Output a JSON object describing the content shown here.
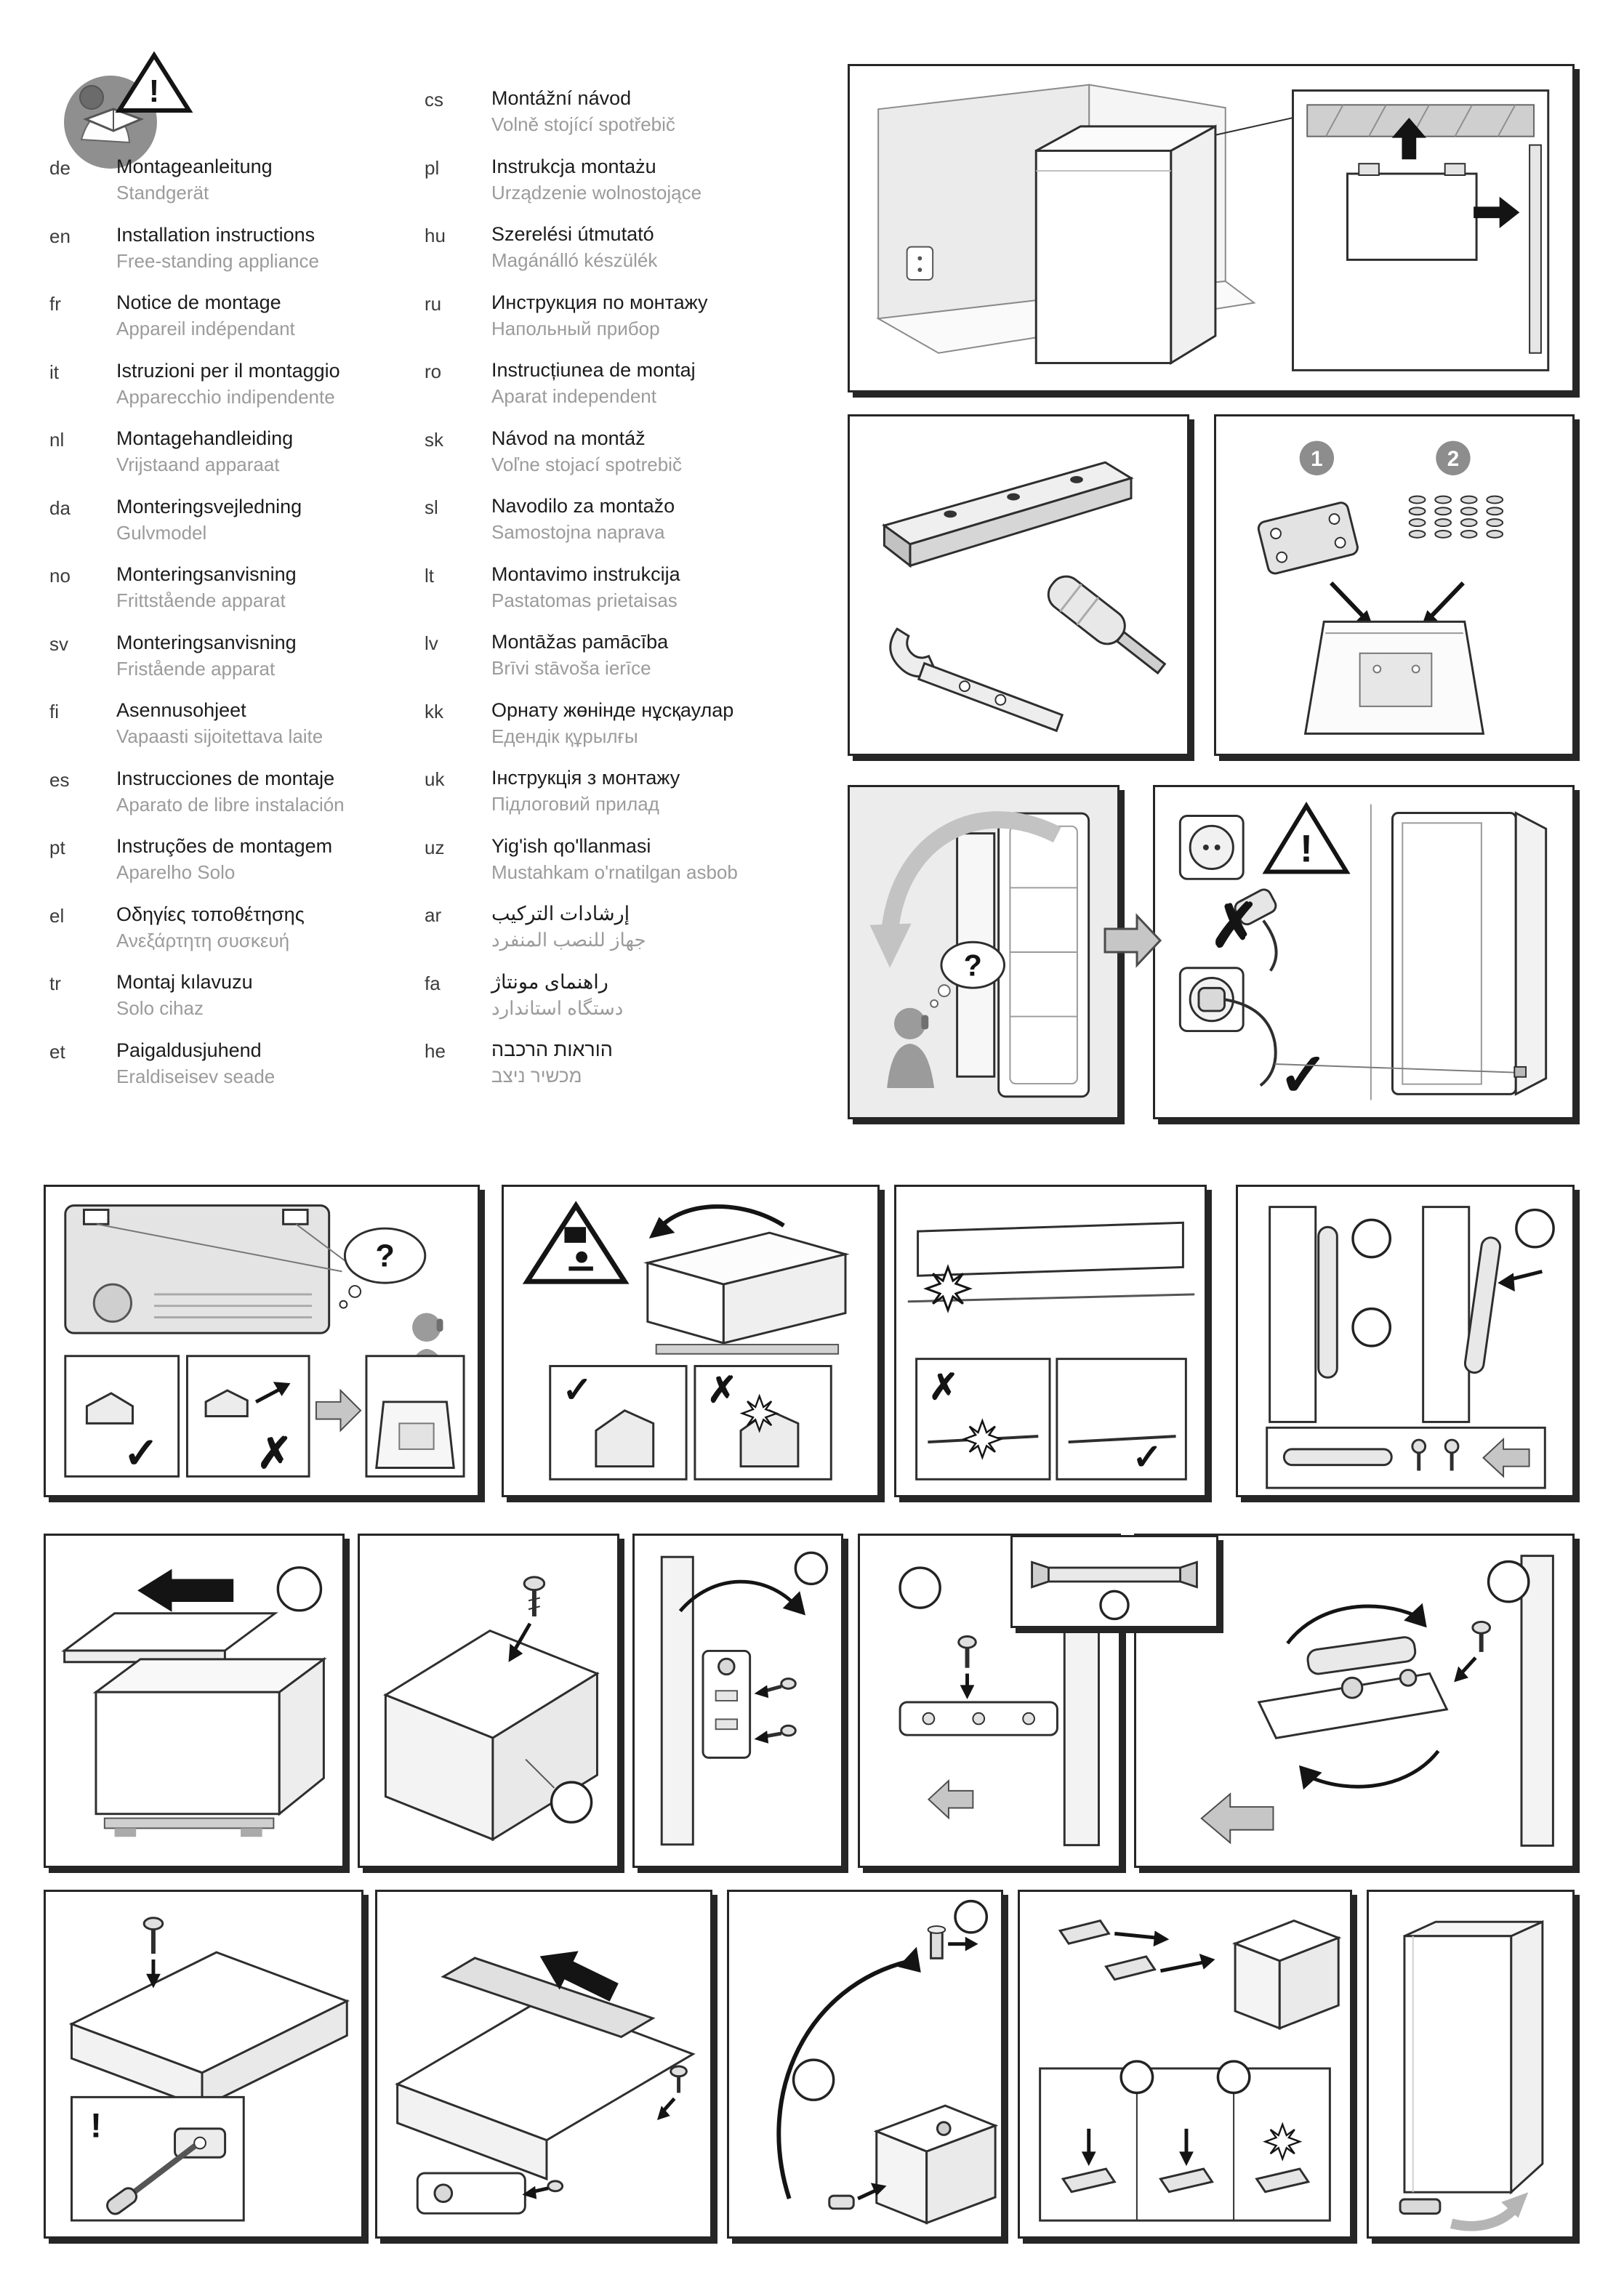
{
  "symbols": {
    "check": "✓",
    "cross": "✗",
    "question": "?",
    "exclamation": "!",
    "step1": "1",
    "step2": "2"
  },
  "colors": {
    "panel_border": "#262626",
    "subtitle_gray": "#9b9b9b",
    "shade_gray": "#ececec",
    "arrow_gray": "#c6c6c6"
  },
  "languages": {
    "col1": [
      {
        "code": "de",
        "title": "Montageanleitung",
        "subtitle": "Standgerät"
      },
      {
        "code": "en",
        "title": "Installation instructions",
        "subtitle": "Free-standing appliance"
      },
      {
        "code": "fr",
        "title": "Notice de montage",
        "subtitle": "Appareil indépendant"
      },
      {
        "code": "it",
        "title": "Istruzioni per il montaggio",
        "subtitle": "Apparecchio indipendente"
      },
      {
        "code": "nl",
        "title": "Montagehandleiding",
        "subtitle": "Vrijstaand apparaat"
      },
      {
        "code": "da",
        "title": "Monteringsvejledning",
        "subtitle": "Gulvmodel"
      },
      {
        "code": "no",
        "title": "Monteringsanvisning",
        "subtitle": "Frittstående apparat"
      },
      {
        "code": "sv",
        "title": "Monteringsanvisning",
        "subtitle": "Fristående apparat"
      },
      {
        "code": "fi",
        "title": "Asennusohjeet",
        "subtitle": "Vapaasti sijoitettava laite"
      },
      {
        "code": "es",
        "title": "Instrucciones de montaje",
        "subtitle": "Aparato de libre instalación"
      },
      {
        "code": "pt",
        "title": "Instruções de montagem",
        "subtitle": "Aparelho Solo"
      },
      {
        "code": "el",
        "title": "Οδηγίες τοποθέτησης",
        "subtitle": "Ανεξάρτητη συσκευή"
      },
      {
        "code": "tr",
        "title": "Montaj kılavuzu",
        "subtitle": "Solo cihaz"
      },
      {
        "code": "et",
        "title": "Paigaldusjuhend",
        "subtitle": "Eraldiseisev seade"
      }
    ],
    "col2": [
      {
        "code": "cs",
        "title": "Montážní návod",
        "subtitle": "Volně stojící spotřebič"
      },
      {
        "code": "pl",
        "title": "Instrukcja montażu",
        "subtitle": "Urządzenie wolnostojące"
      },
      {
        "code": "hu",
        "title": "Szerelési útmutató",
        "subtitle": "Magánálló készülék"
      },
      {
        "code": "ru",
        "title": "Инструкция по монтажу",
        "subtitle": "Напольный прибор"
      },
      {
        "code": "ro",
        "title": "Instrucțiunea de montaj",
        "subtitle": "Aparat independent"
      },
      {
        "code": "sk",
        "title": "Návod na montáž",
        "subtitle": "Voľne stojací spotrebič"
      },
      {
        "code": "sl",
        "title": "Navodilo za montažo",
        "subtitle": "Samostojna naprava"
      },
      {
        "code": "lt",
        "title": "Montavimo instrukcija",
        "subtitle": "Pastatomas prietaisas"
      },
      {
        "code": "lv",
        "title": "Montāžas pamācība",
        "subtitle": "Brīvi stāvoša ierīce"
      },
      {
        "code": "kk",
        "title": "Орнату жөнінде нұсқаулар",
        "subtitle": "Едендік құрылғы"
      },
      {
        "code": "uk",
        "title": "Інструкція з монтажу",
        "subtitle": "Підлоговий прилад"
      },
      {
        "code": "uz",
        "title": "Yig'ish qo'llanmasi",
        "subtitle": "Mustahkam o'rnatilgan asbob"
      },
      {
        "code": "ar",
        "title": "إرشادات التركيب",
        "subtitle": "جهاز للنصب المنفرد"
      },
      {
        "code": "fa",
        "title": "راهنمای مونتاژ",
        "subtitle": "دستگاه استاندارد"
      },
      {
        "code": "he",
        "title": "הוראות הרכבה",
        "subtitle": "מכשיר ניצב"
      }
    ]
  }
}
